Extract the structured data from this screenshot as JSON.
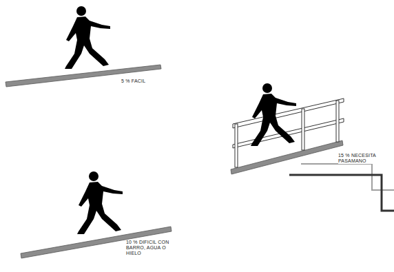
{
  "diagram": {
    "labels": [
      "5 % FACIL",
      "10 % DIFICIL CON BARRO, AGUA O HIELO",
      "15 % NECESITA PASAMANO"
    ]
  }
}
